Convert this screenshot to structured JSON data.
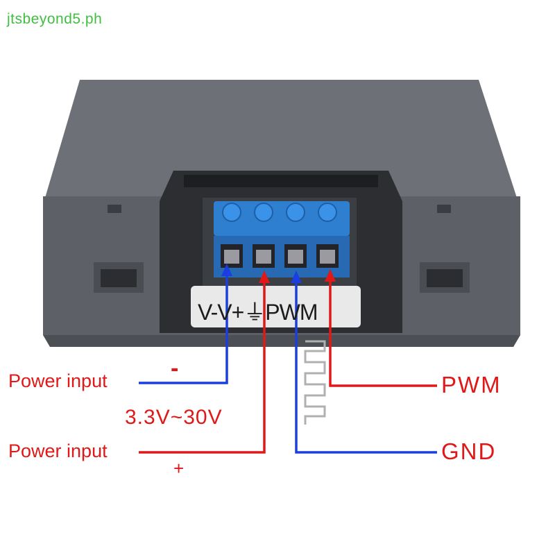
{
  "watermark": "jtsbeyond5.ph",
  "terminal_label": "V-V+⏚PWM",
  "labels": {
    "power_input_negative": "Power input",
    "negative_sign": "-",
    "voltage_range": "3.3V~30V",
    "power_input_positive": "Power input",
    "positive_sign": "+",
    "pwm": "PWM",
    "gnd": "GND"
  },
  "colors": {
    "negative_wire": "#1a3ee0",
    "positive_wire": "#e01818",
    "pwm_wire": "#e01818",
    "gnd_wire": "#1a3ee0",
    "housing": "#5a5d62",
    "terminal_block": "#2e7fd0"
  }
}
